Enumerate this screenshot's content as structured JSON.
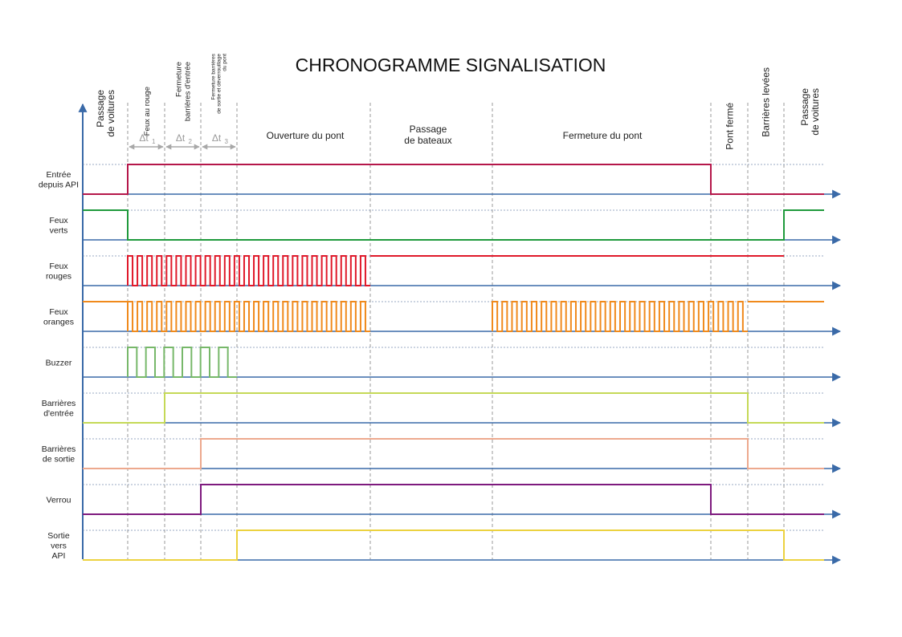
{
  "title": "CHRONOGRAMME SIGNALISATION",
  "phases": [
    "Passage\nde voitures",
    "Feux au rouge",
    "Fermeture\nbarrières d'entrée",
    "Fermeture barrières\nde sortie et déverrouillage\ndu pont",
    "Ouverture du pont",
    "Passage\nde bateaux",
    "Fermeture du pont",
    "Pont fermé",
    "Barrières levées",
    "Passage\nde voitures"
  ],
  "delta_labels": [
    "Δt",
    "Δt",
    "Δt"
  ],
  "delta_subscripts": [
    "1",
    "2",
    "3"
  ],
  "signals": [
    {
      "name": "Entrée\ndepuis API",
      "color": "#b5174a",
      "type": "steps",
      "initial": 0,
      "transitions": [
        1,
        7
      ]
    },
    {
      "name": "Feux\nverts",
      "color": "#1f9a3c",
      "type": "steps",
      "initial": 1,
      "transitions": [
        1,
        9
      ]
    },
    {
      "name": "Feux\nrouges",
      "color": "#e0192a",
      "type": "segments",
      "segments": [
        {
          "from": 1,
          "to": 5,
          "mode": "pulse",
          "pulses": 25
        },
        {
          "from": 5,
          "to": 9,
          "mode": "high"
        }
      ]
    },
    {
      "name": "Feux\noranges",
      "color": "#f08a1c",
      "type": "segments",
      "segments": [
        {
          "from": 0,
          "to": 1,
          "mode": "high"
        },
        {
          "from": 1,
          "to": 5,
          "mode": "pulse",
          "pulses": 25
        },
        {
          "from": 6,
          "to": 8,
          "mode": "pulse",
          "pulses": 26
        },
        {
          "from": 8,
          "to": 10,
          "mode": "high"
        }
      ]
    },
    {
      "name": "Buzzer",
      "color": "#77b86a",
      "type": "segments",
      "segments": [
        {
          "from": 1,
          "to": 4,
          "mode": "pulse",
          "pulses": 6
        }
      ]
    },
    {
      "name": "Barrières\nd'entrée",
      "color": "#c5d957",
      "type": "steps",
      "initial": 0,
      "transitions": [
        2,
        8
      ]
    },
    {
      "name": "Barrières\nde sortie",
      "color": "#eda98e",
      "type": "steps",
      "initial": 0,
      "transitions": [
        3,
        8
      ]
    },
    {
      "name": "Verrou",
      "color": "#7e1a7e",
      "type": "steps",
      "initial": 0,
      "transitions": [
        3,
        7
      ]
    },
    {
      "name": "Sortie\nvers\nAPI",
      "color": "#ecd240",
      "type": "steps",
      "initial": 0,
      "transitions": [
        4,
        9
      ]
    }
  ],
  "colors": {
    "axis": "#3a6aa8",
    "grid": "#7a8fb0",
    "divider": "#999999"
  }
}
